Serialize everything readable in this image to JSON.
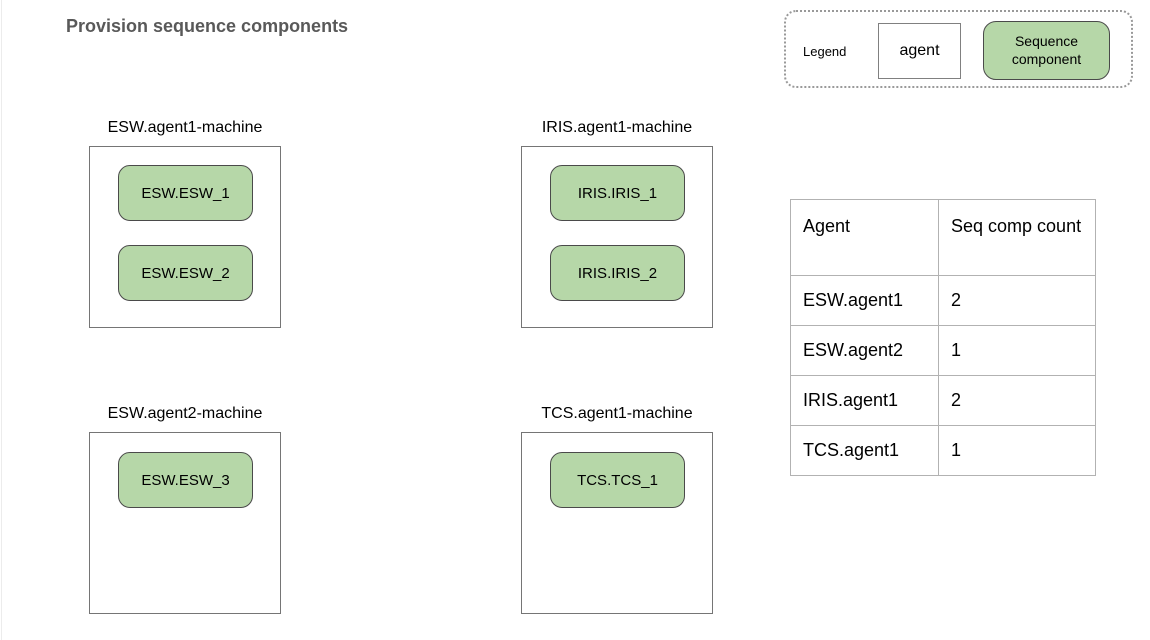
{
  "page": {
    "title": "Provision sequence components"
  },
  "legend": {
    "label": "Legend",
    "agent_label": "agent",
    "sequence_component_label": "Sequence component"
  },
  "machines": [
    {
      "name": "ESW.agent1-machine",
      "components": [
        "ESW.ESW_1",
        "ESW.ESW_2"
      ]
    },
    {
      "name": "IRIS.agent1-machine",
      "components": [
        "IRIS.IRIS_1",
        "IRIS.IRIS_2"
      ]
    },
    {
      "name": "ESW.agent2-machine",
      "components": [
        "ESW.ESW_3"
      ]
    },
    {
      "name": "TCS.agent1-machine",
      "components": [
        "TCS.TCS_1"
      ]
    }
  ],
  "table": {
    "headers": [
      "Agent",
      "Seq comp count"
    ],
    "rows": [
      {
        "agent": "ESW.agent1",
        "count": "2"
      },
      {
        "agent": "ESW.agent2",
        "count": "1"
      },
      {
        "agent": "IRIS.agent1",
        "count": "2"
      },
      {
        "agent": "TCS.agent1",
        "count": "1"
      }
    ]
  },
  "colors": {
    "sequence_component_fill": "#b6d7a8",
    "component_border": "#4a4a4a",
    "machine_border": "#757575",
    "table_border": "#b2b2b2",
    "title_text": "#595959"
  }
}
